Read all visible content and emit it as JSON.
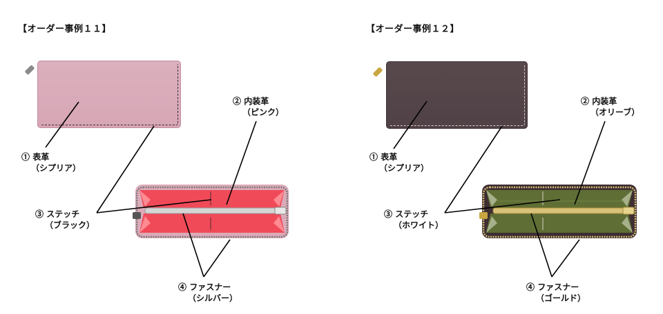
{
  "examples": [
    {
      "title": "【オーダー事例１１】",
      "colors": {
        "outer": "#d9a9b8",
        "outer_edge": "#c48ea0",
        "stitch": "#3a2a2e",
        "lining": "#f04a58",
        "lining_light": "#ff8a92",
        "zipper": "#b8b8b8",
        "zipper_dark": "#7a7a7a",
        "pull": "#8a8a8a"
      },
      "labels": {
        "outer_leather": {
          "num": "①",
          "name": "表革",
          "value": "（シプリア）"
        },
        "inner_leather": {
          "num": "②",
          "name": "内装革",
          "value": "（ピンク）"
        },
        "stitch": {
          "num": "③",
          "name": "ステッチ",
          "value": "（ブラック）"
        },
        "fastener": {
          "num": "④",
          "name": "ファスナー",
          "value": "（シルバー）"
        }
      }
    },
    {
      "title": "【オーダー事例１２】",
      "colors": {
        "outer": "#54464a",
        "outer_edge": "#3f3236",
        "stitch": "#d8d0c8",
        "lining": "#5f6e34",
        "lining_light": "#a6b08a",
        "zipper": "#d8c27a",
        "zipper_dark": "#a88f3e",
        "pull": "#c9a640"
      },
      "labels": {
        "outer_leather": {
          "num": "①",
          "name": "表革",
          "value": "（シプリア）"
        },
        "inner_leather": {
          "num": "②",
          "name": "内装革",
          "value": "（オリーブ）"
        },
        "stitch": {
          "num": "③",
          "name": "ステッチ",
          "value": "（ホワイト）"
        },
        "fastener": {
          "num": "④",
          "name": "ファスナー",
          "value": "（ゴールド）"
        }
      }
    }
  ]
}
